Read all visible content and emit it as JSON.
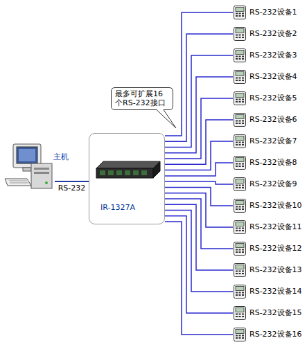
{
  "diagram": {
    "nodes": [
      {
        "text": [
          "主机"
        ]
      },
      {
        "text": [
          "最多可扩展16 个RS-232接口"
        ]
      },
      {
        "text": [
          "IR-1327A"
        ]
      },
      {
        "text": [
          "RS-232设备1"
        ]
      },
      {
        "text": [
          "RS-232设备2"
        ]
      },
      {
        "text": [
          "RS-232设备3"
        ]
      },
      {
        "text": [
          "RS-232设备4"
        ]
      },
      {
        "text": [
          "RS-232设备5"
        ]
      },
      {
        "text": [
          "RS-232设备6"
        ]
      },
      {
        "text": [
          "RS-232设备7"
        ]
      },
      {
        "text": [
          "RS-232设备8"
        ]
      },
      {
        "text": [
          "RS-232设备9"
        ]
      },
      {
        "text": [
          "RS-232设备10"
        ]
      },
      {
        "text": [
          "RS-232设备11"
        ]
      },
      {
        "text": [
          "RS-232设备12"
        ]
      },
      {
        "text": [
          "RS-232设备13"
        ]
      },
      {
        "text": [
          "RS-232设备14"
        ]
      },
      {
        "text": [
          "RS-232设备15"
        ]
      },
      {
        "text": [
          "RS-232设备16"
        ]
      }
    ],
    "edges": [
      {
        "from": 0,
        "to": 2,
        "arrow": "none",
        "label": "RS-232"
      },
      {
        "from": 2,
        "to": 3,
        "arrow": "none"
      },
      {
        "from": 2,
        "to": 4,
        "arrow": "none"
      },
      {
        "from": 2,
        "to": 5,
        "arrow": "none"
      },
      {
        "from": 2,
        "to": 6,
        "arrow": "none"
      },
      {
        "from": 2,
        "to": 7,
        "arrow": "none"
      },
      {
        "from": 2,
        "to": 8,
        "arrow": "none"
      },
      {
        "from": 2,
        "to": 9,
        "arrow": "none"
      },
      {
        "from": 2,
        "to": 10,
        "arrow": "none"
      },
      {
        "from": 2,
        "to": 11,
        "arrow": "none"
      },
      {
        "from": 2,
        "to": 12,
        "arrow": "none"
      },
      {
        "from": 2,
        "to": 13,
        "arrow": "none"
      },
      {
        "from": 2,
        "to": 14,
        "arrow": "none"
      },
      {
        "from": 2,
        "to": 15,
        "arrow": "none"
      },
      {
        "from": 2,
        "to": 16,
        "arrow": "none"
      },
      {
        "from": 2,
        "to": 17,
        "arrow": "none"
      },
      {
        "from": 2,
        "to": 18,
        "arrow": "none"
      }
    ]
  }
}
